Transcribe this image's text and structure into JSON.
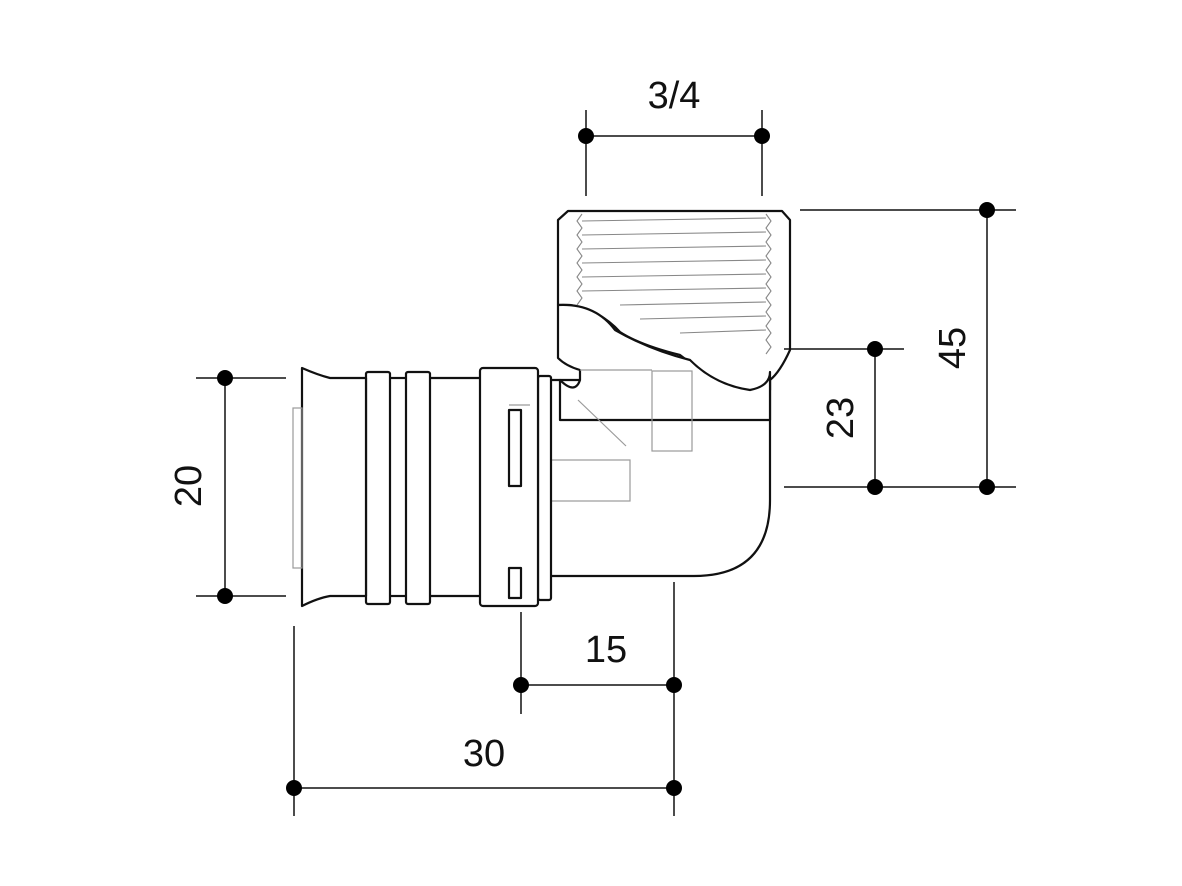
{
  "dimensions": {
    "thread_size": "3/4",
    "height_total": "45",
    "height_center": "23",
    "pipe_diameter": "20",
    "inner_length": "15",
    "total_length": "30"
  }
}
